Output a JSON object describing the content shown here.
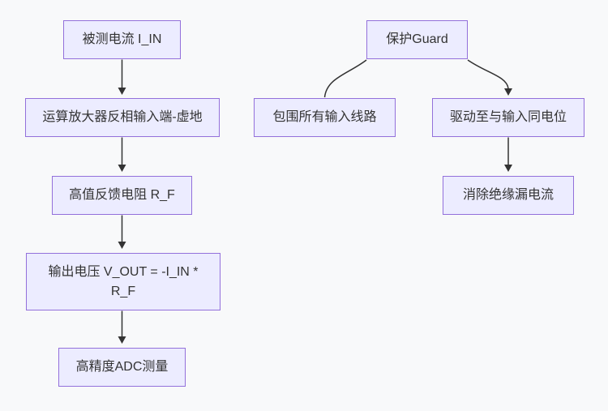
{
  "colors": {
    "canvas_bg": "#f8f9fa",
    "node_fill": "#ececff",
    "node_border": "#9370db",
    "edge": "#333333",
    "text": "#333333"
  },
  "nodes": {
    "measured_current": "被测电流 I_IN",
    "virtual_ground": "运算放大器反相输入端-虚地",
    "feedback_resistor": "高值反馈电阻 R_F",
    "output_voltage": "输出电压 V_OUT = -I_IN * R_F",
    "adc_measurement": "高精度ADC测量",
    "guard": "保护Guard",
    "surround_inputs": "包围所有输入线路",
    "drive_same_potential": "驱动至与输入同电位",
    "eliminate_leakage": "消除绝缘漏电流"
  }
}
